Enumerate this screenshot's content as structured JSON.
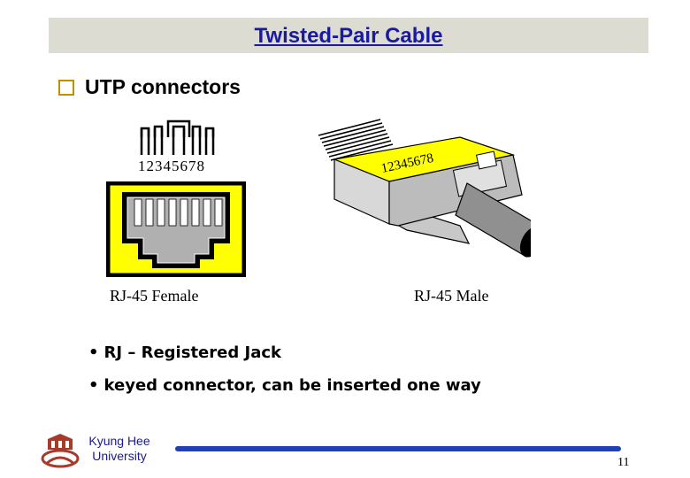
{
  "slide": {
    "title": "Twisted-Pair Cable",
    "heading": "UTP connectors",
    "figure": {
      "female_pin_numbers": "12345678",
      "male_pin_numbers": "12345678",
      "female_caption": "RJ-45 Female",
      "male_caption": "RJ-45 Male"
    },
    "bullets": [
      "RJ – Registered Jack",
      "keyed connector, can be inserted one way"
    ],
    "footer": {
      "university_line1": "Kyung Hee",
      "university_line2": "University",
      "page_number": "11"
    },
    "colors": {
      "title_bar": "#dcdcd2",
      "title_text": "#1a1aa0",
      "connector_yellow": "#ffff00",
      "rule_blue": "#2040b8",
      "logo_red": "#a83a2a"
    }
  }
}
